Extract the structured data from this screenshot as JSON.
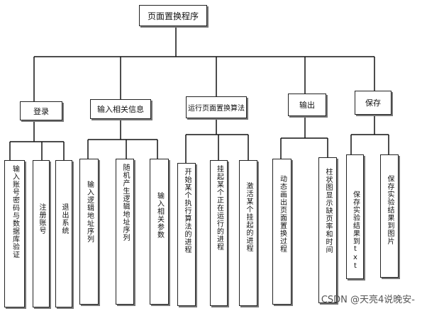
{
  "root": "页面置换程序",
  "modules": [
    {
      "label": "登录",
      "items": [
        "输入账号密码与数据库验证",
        "注册账号",
        "退出系统"
      ]
    },
    {
      "label": "输入相关信息",
      "items": [
        "输入逻辑地址序列",
        "随机产生逻辑地址序列",
        "输入相关参数"
      ]
    },
    {
      "label": "运行页面置换算法",
      "items": [
        "开始某个执行算法的进程",
        "挂起某个正在运行的进程",
        "激活某个挂起的进程"
      ]
    },
    {
      "label": "输出",
      "items": [
        "动态画出页面置换过程",
        "柱状图显示缺页率和时间"
      ]
    },
    {
      "label": "保存",
      "items": [
        "保存实验结果到txt",
        "保存实验结果到图片"
      ]
    }
  ],
  "watermark": "CSDN @天亮4说晚安-"
}
